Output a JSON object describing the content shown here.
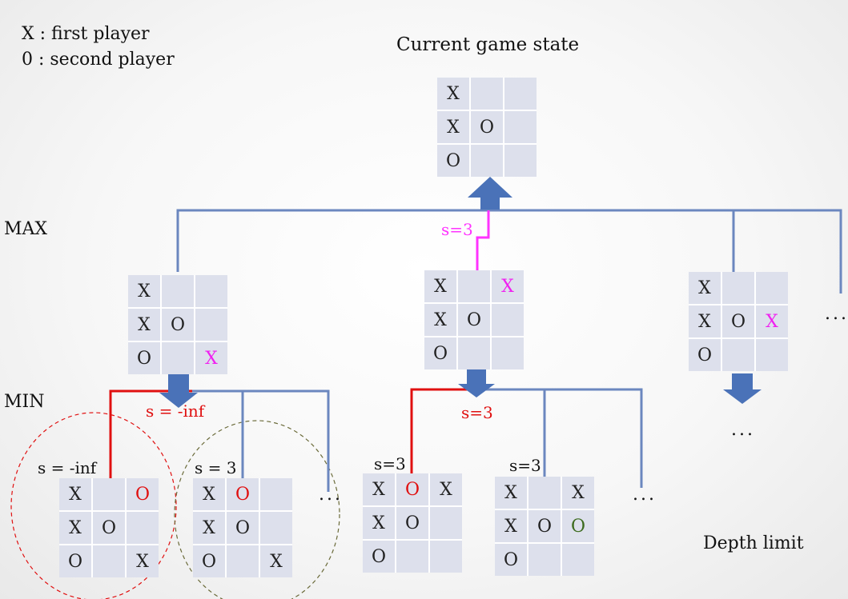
{
  "legend": {
    "line1": "X : first player",
    "line2": "0 : second player"
  },
  "title": "Current game state",
  "levels": {
    "max": "MAX",
    "min": "MIN"
  },
  "depth_label": "Depth limit",
  "ellipsis": "...",
  "scores": {
    "root": "s=3",
    "min_left": "s = -inf",
    "min_mid": "s=3",
    "leaf1": "s = -inf",
    "leaf2": "s = 3",
    "leaf3": "s=3",
    "leaf4": "s=3"
  },
  "colors": {
    "board_cell": "#dde0ec",
    "tree_line": "#6b87bf",
    "arrow": "#4a72b8",
    "best_path": "#ff33ff",
    "min_path": "#e01010",
    "new_x": "#f020f0",
    "new_o": "#e01010",
    "new_o_alt": "#3d6b1f",
    "circle_left": "#e01010",
    "circle_right": "#6b6b3a"
  },
  "boards": {
    "root": [
      [
        "X",
        "",
        ""
      ],
      [
        "X",
        "O",
        ""
      ],
      [
        "O",
        "",
        ""
      ]
    ],
    "max1": [
      [
        "X",
        "",
        ""
      ],
      [
        "X",
        "O",
        ""
      ],
      [
        "O",
        "",
        "X"
      ]
    ],
    "max2": [
      [
        "X",
        "",
        "X"
      ],
      [
        "X",
        "O",
        ""
      ],
      [
        "O",
        "",
        ""
      ]
    ],
    "max3": [
      [
        "X",
        "",
        ""
      ],
      [
        "X",
        "O",
        "X"
      ],
      [
        "O",
        "",
        ""
      ]
    ],
    "leaf1": [
      [
        "X",
        "",
        "O"
      ],
      [
        "X",
        "O",
        ""
      ],
      [
        "O",
        "",
        "X"
      ]
    ],
    "leaf2": [
      [
        "X",
        "O",
        ""
      ],
      [
        "X",
        "O",
        ""
      ],
      [
        "O",
        "",
        "X"
      ]
    ],
    "leaf3": [
      [
        "X",
        "O",
        "X"
      ],
      [
        "X",
        "O",
        ""
      ],
      [
        "O",
        "",
        ""
      ]
    ],
    "leaf4": [
      [
        "X",
        "",
        "X"
      ],
      [
        "X",
        "O",
        "O"
      ],
      [
        "O",
        "",
        ""
      ]
    ]
  }
}
